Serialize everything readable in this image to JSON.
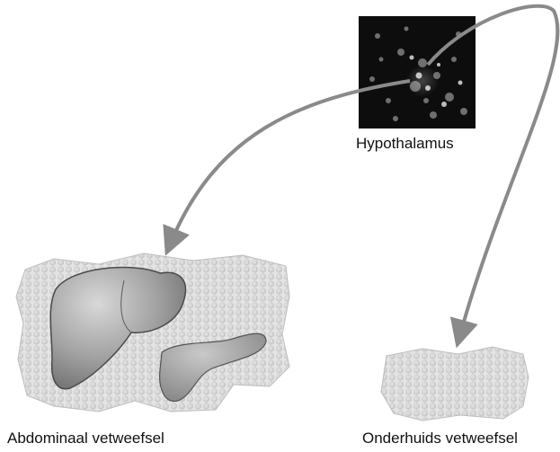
{
  "labels": {
    "hypothalamus": "Hypothalamus",
    "abdominal": "Abdominaal vetweefsel",
    "subcutaneous": "Onderhuids vetweefsel"
  },
  "colors": {
    "arrow": "#8a8a8a",
    "micrograph_bg": "#0d0d0d",
    "tissue": "#d6d6d6",
    "liver": "#8f8f8f",
    "pancreas": "#9a9a9a"
  },
  "icons": {
    "hypothalamus": "fluorescence-micrograph",
    "abdominal": "liver-pancreas-in-fat-tissue",
    "subcutaneous": "fat-tissue-patch"
  }
}
